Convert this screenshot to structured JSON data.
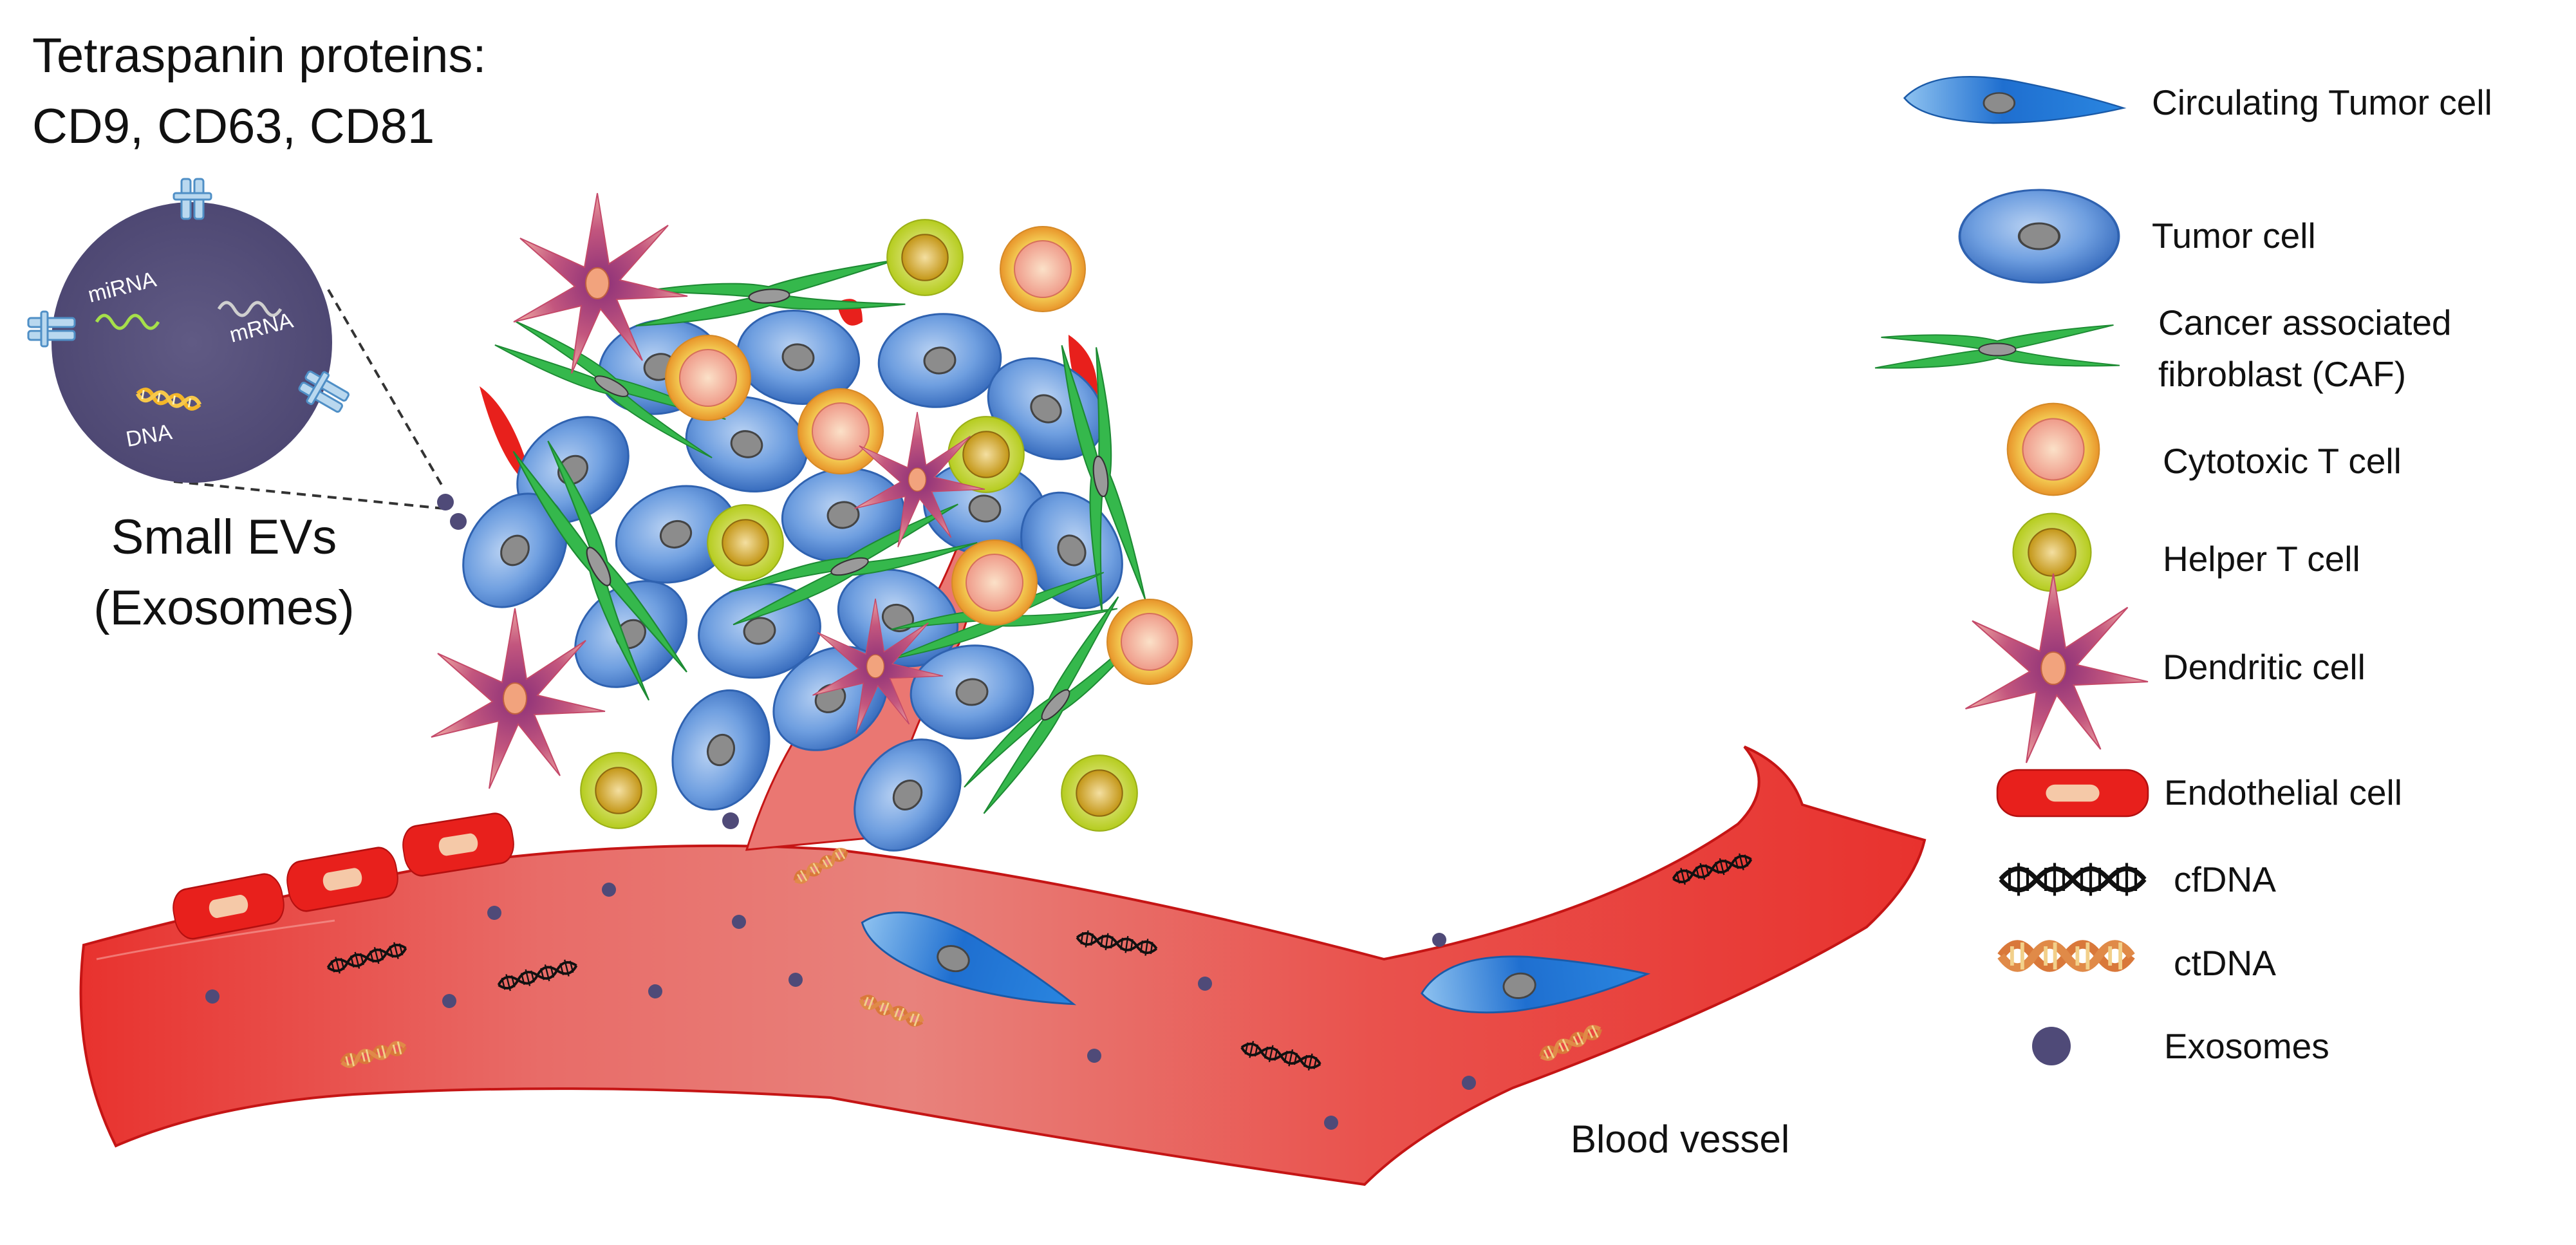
{
  "title": {
    "line1": "Tetraspanin proteins:",
    "line2": "CD9, CD63, CD81"
  },
  "exosome_detail": {
    "cargo": [
      "miRNA",
      "mRNA",
      "DNA"
    ],
    "label_line1": "Small EVs",
    "label_line2": "(Exosomes)"
  },
  "vessel_label": "Blood vessel",
  "legend": {
    "items": [
      {
        "label": "Circulating Tumor cell",
        "icon": "circulating-tumor-cell-icon"
      },
      {
        "label": "Tumor cell",
        "icon": "tumor-cell-icon"
      },
      {
        "label_line1": "Cancer associated",
        "label_line2": "fibroblast (CAF)",
        "icon": "caf-icon"
      },
      {
        "label": "Cytotoxic T cell",
        "icon": "cytotoxic-t-cell-icon"
      },
      {
        "label": "Helper T cell",
        "icon": "helper-t-cell-icon"
      },
      {
        "label": "Dendritic cell",
        "icon": "dendritic-cell-icon"
      },
      {
        "label": "Endothelial cell",
        "icon": "endothelial-cell-icon"
      },
      {
        "label": "cfDNA",
        "icon": "cfdna-icon"
      },
      {
        "label": "ctDNA",
        "icon": "ctdna-icon"
      },
      {
        "label": "Exosomes",
        "icon": "exosome-dot-icon"
      }
    ]
  },
  "colors": {
    "tumor": "#5b8fd8",
    "caf": "#2fb84a",
    "cytotoxic_t": "#f0a64a",
    "helper_t": "#c8dc3c",
    "dendritic": "#b04a8a",
    "vessel": "#e8332f",
    "exosome": "#4f4a78",
    "ctdna": "#d9783a"
  }
}
